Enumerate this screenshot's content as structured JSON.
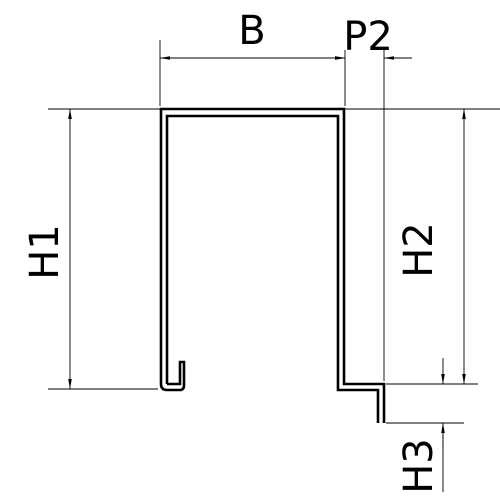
{
  "dimensions": {
    "b": "B",
    "p2": "P2",
    "h1": "H1",
    "h2": "H2",
    "h3": "H3"
  },
  "colors": {
    "line": "#000000",
    "background": "#ffffff"
  }
}
